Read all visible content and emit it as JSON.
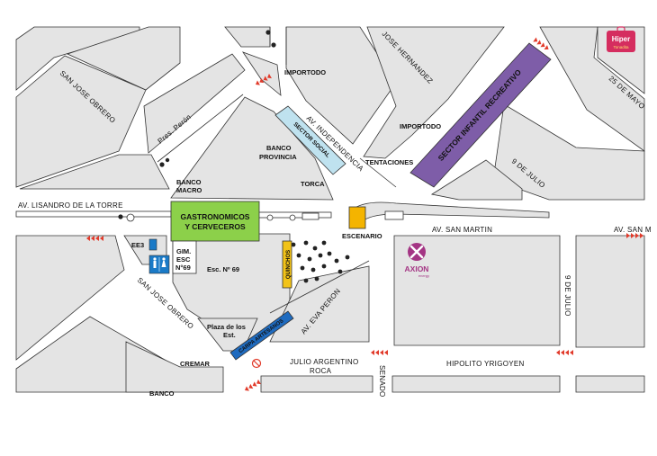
{
  "colors": {
    "background": "#ffffff",
    "block_fill": "#e4e4e4",
    "block_stroke": "#333333",
    "gastronomicos": "#8cd04a",
    "infantil": "#7e5da8",
    "social": "#bfe2ef",
    "artesanos": "#1f6bbf",
    "quinchos": "#f2c318",
    "escenario": "#f4b400",
    "restroom": "#1a7ac7",
    "arrow": "#e13a2a",
    "axion": "#a43584",
    "hiper": "#d52d5f"
  },
  "streets": {
    "san_jose_obrero_top": "SAN JOSE OBRERO",
    "pres_peron": "Pres. Perón",
    "jose_hernandez": "JOSE HERNANDEZ",
    "veinticinco_de_mayo": "25 DE MAYO",
    "av_independencia": "AV. INDEPENDENCIA",
    "nueve_de_julio_top": "9 DE JULIO",
    "av_lisandro_de_la_torre": "AV. LISANDRO DE LA TORRE",
    "av_san_martin": "AV. SAN MARTIN",
    "av_san_m_right": "AV. SAN M",
    "nueve_de_julio_bottom": "9 DE JULIO",
    "san_jose_obrero_bottom": "SAN JOSE OBRERO",
    "av_eva_peron": "AV. EVA PERON",
    "julio_argentino": "JULIO ARGENTINO",
    "roca": "ROCA",
    "hipolito_yrigoyen": "HIPOLITO YRIGOYEN",
    "senador": "SENADO"
  },
  "places": {
    "importodo_top": "IMPORTODO",
    "importodo_right": "IMPORTODO",
    "banco_provincia_1": "BANCO",
    "banco_provincia_2": "PROVINCIA",
    "tentaciones": "TENTACIONES",
    "banco_macro_1": "BANCO",
    "banco_macro_2": "MACRO",
    "torca": "TORCA",
    "escenario": "ESCENARIO",
    "ee3": "EE3",
    "gim_1": "GIM.",
    "gim_2": "ESC",
    "gim_3": "N°69",
    "esc69": "Esc. Nº 69",
    "plaza_1": "Plaza de los",
    "plaza_2": "Est.",
    "cremar": "CREMAR",
    "banco_bottom": "BANCO"
  },
  "areas": {
    "gastronomicos_1": "GASTRONOMICOS",
    "gastronomicos_2": "Y CERVECEROS",
    "sector_infantil": "SECTOR INFANTIL RECREATIVO",
    "sector_social": "SECTOR SOCIAL",
    "quinchos": "QUINCHOS",
    "carpa_artesanos": "CARPA ARTESANOS"
  },
  "brands": {
    "hiper_1": "Hiper",
    "hiper_2": "Tonadita",
    "axion_1": "AXION",
    "axion_2": "energy"
  },
  "icons": {
    "restroom": "restroom-icon",
    "no_entry": "no-entry-icon",
    "road_closure": "road-closure-arrows-icon",
    "tree": "tree-icon"
  }
}
